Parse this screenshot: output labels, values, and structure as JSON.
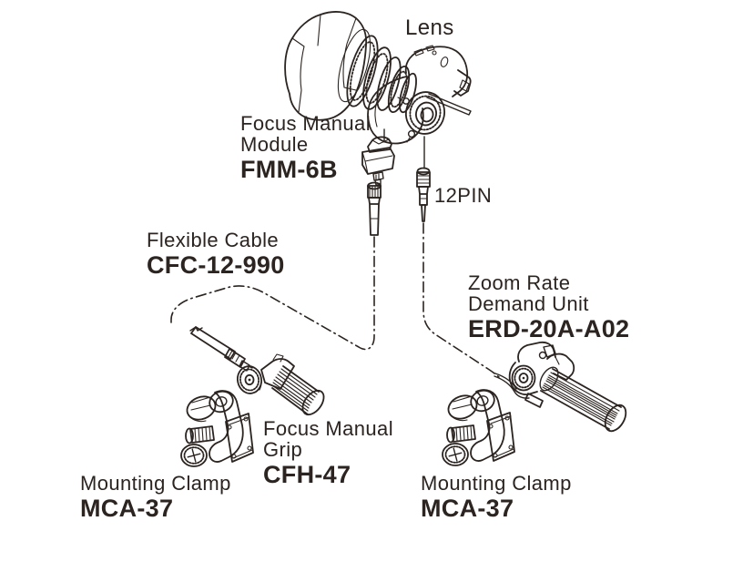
{
  "diagram": {
    "background": "#ffffff",
    "ink": "#2b2420",
    "labels": {
      "lens": {
        "text": "Lens"
      },
      "focus_manual_module": {
        "line1": "Focus Manual",
        "line2": "Module",
        "model": "FMM-6B"
      },
      "twelve_pin": {
        "text": "12PIN"
      },
      "flexible_cable": {
        "line1": "Flexible Cable",
        "model": "CFC-12-990"
      },
      "zoom_rate_demand_unit": {
        "line1": "Zoom Rate",
        "line2": "Demand Unit",
        "model": "ERD-20A-A02"
      },
      "focus_manual_grip": {
        "line1": "Focus Manual",
        "line2": "Grip",
        "model": "CFH-47"
      },
      "mounting_clamp_left": {
        "line1": "Mounting Clamp",
        "model": "MCA-37"
      },
      "mounting_clamp_right": {
        "line1": "Mounting Clamp",
        "model": "MCA-37"
      }
    }
  }
}
